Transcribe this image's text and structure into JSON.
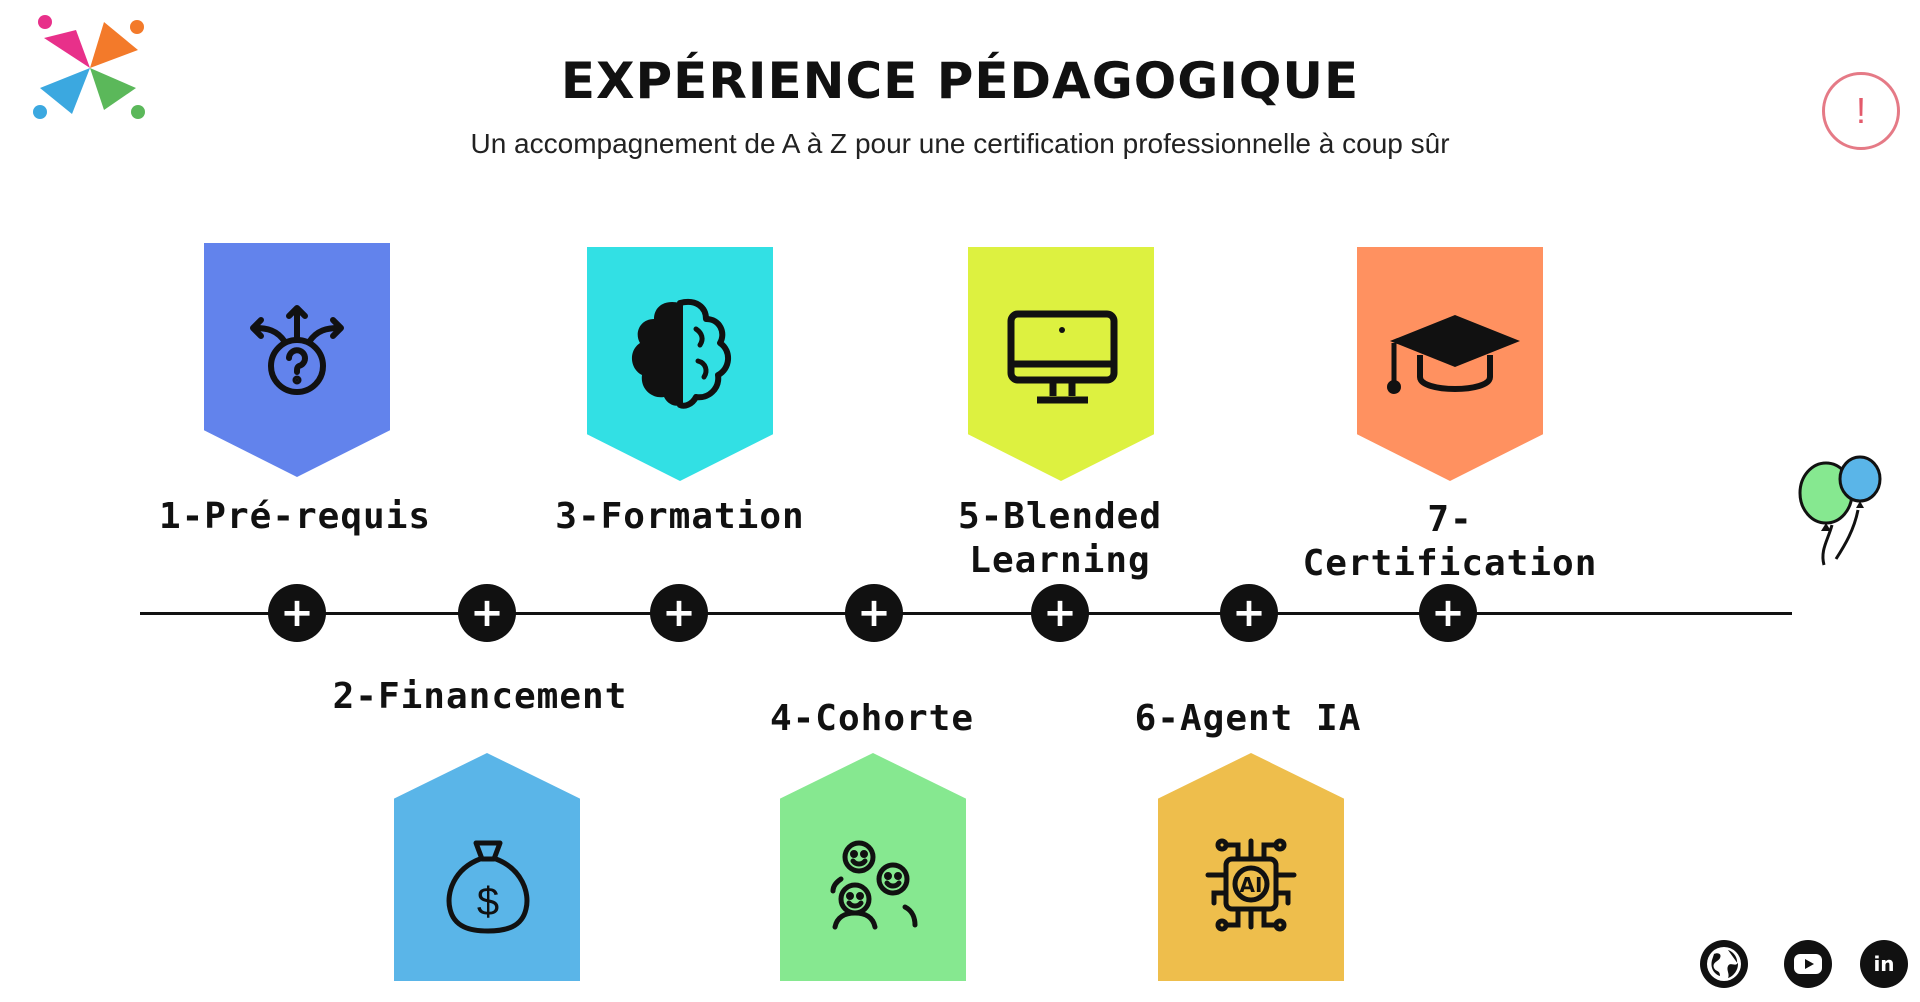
{
  "header": {
    "title": "EXPÉRIENCE PÉDAGOGIQUE",
    "subtitle": "Un accompagnement de A à Z pour une certification professionnelle à coup sûr",
    "alert_symbol": "!"
  },
  "steps": [
    {
      "label": "1-Pré-requis",
      "icon": "path-choice-question-icon",
      "color": "#6283EC"
    },
    {
      "label": "2-Financement",
      "icon": "money-bag-icon",
      "color": "#5AB5E8"
    },
    {
      "label": "3-Formation",
      "icon": "brain-icon",
      "color": "#32E0E4"
    },
    {
      "label": "4-Cohorte",
      "icon": "group-people-icon",
      "color": "#86E890"
    },
    {
      "label_line1": "5-Blended",
      "label_line2": "Learning",
      "icon": "computer-monitor-icon",
      "color": "#DDF140"
    },
    {
      "label": "6-Agent IA",
      "icon": "ai-chip-icon",
      "icon_text": "AI",
      "color": "#EEBE4C"
    },
    {
      "label": "7-Certification",
      "icon": "graduation-cap-icon",
      "color": "#FF9160"
    }
  ],
  "timeline": {
    "node_symbol": "+"
  },
  "social": [
    {
      "name": "globe-icon"
    },
    {
      "name": "youtube-icon"
    },
    {
      "name": "linkedin-icon",
      "text": "in"
    }
  ]
}
